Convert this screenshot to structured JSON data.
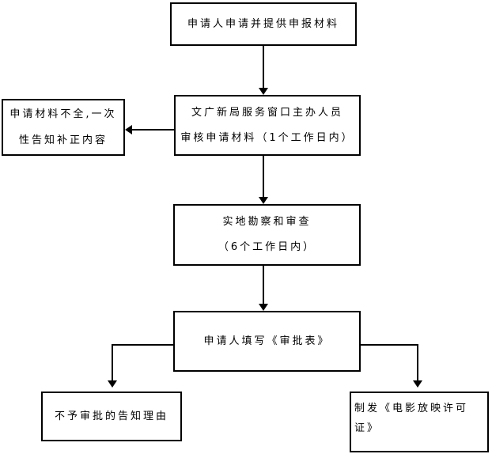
{
  "diagram": {
    "type": "flowchart",
    "colors": {
      "line": "#000000",
      "box_fill": "#ffffff",
      "background": "#ffffff",
      "text": "#000000"
    },
    "nodes": {
      "apply": {
        "text": "申请人申请并提供申报材料"
      },
      "window_review": {
        "line1": "文广新局服务窗口主办人员",
        "line2": "审核申请材料（1个工作日内）"
      },
      "incomplete_notice": {
        "line1": "申请材料不全,一次",
        "line2": "性告知补正内容"
      },
      "site_inspection": {
        "line1": "实地勘察和审查",
        "line2": "（6个工作日内）"
      },
      "fill_approval_form": {
        "text": "申请人填写《审批表》"
      },
      "rejection_reason": {
        "text": "不予审批的告知理由"
      },
      "issue_license": {
        "line1": "制发《电影放映许可",
        "line2": "证》"
      }
    },
    "edges": [
      {
        "from": "apply",
        "to": "window_review"
      },
      {
        "from": "window_review",
        "to": "incomplete_notice"
      },
      {
        "from": "window_review",
        "to": "site_inspection"
      },
      {
        "from": "site_inspection",
        "to": "fill_approval_form"
      },
      {
        "from": "fill_approval_form",
        "to": "rejection_reason"
      },
      {
        "from": "fill_approval_form",
        "to": "issue_license"
      }
    ]
  }
}
